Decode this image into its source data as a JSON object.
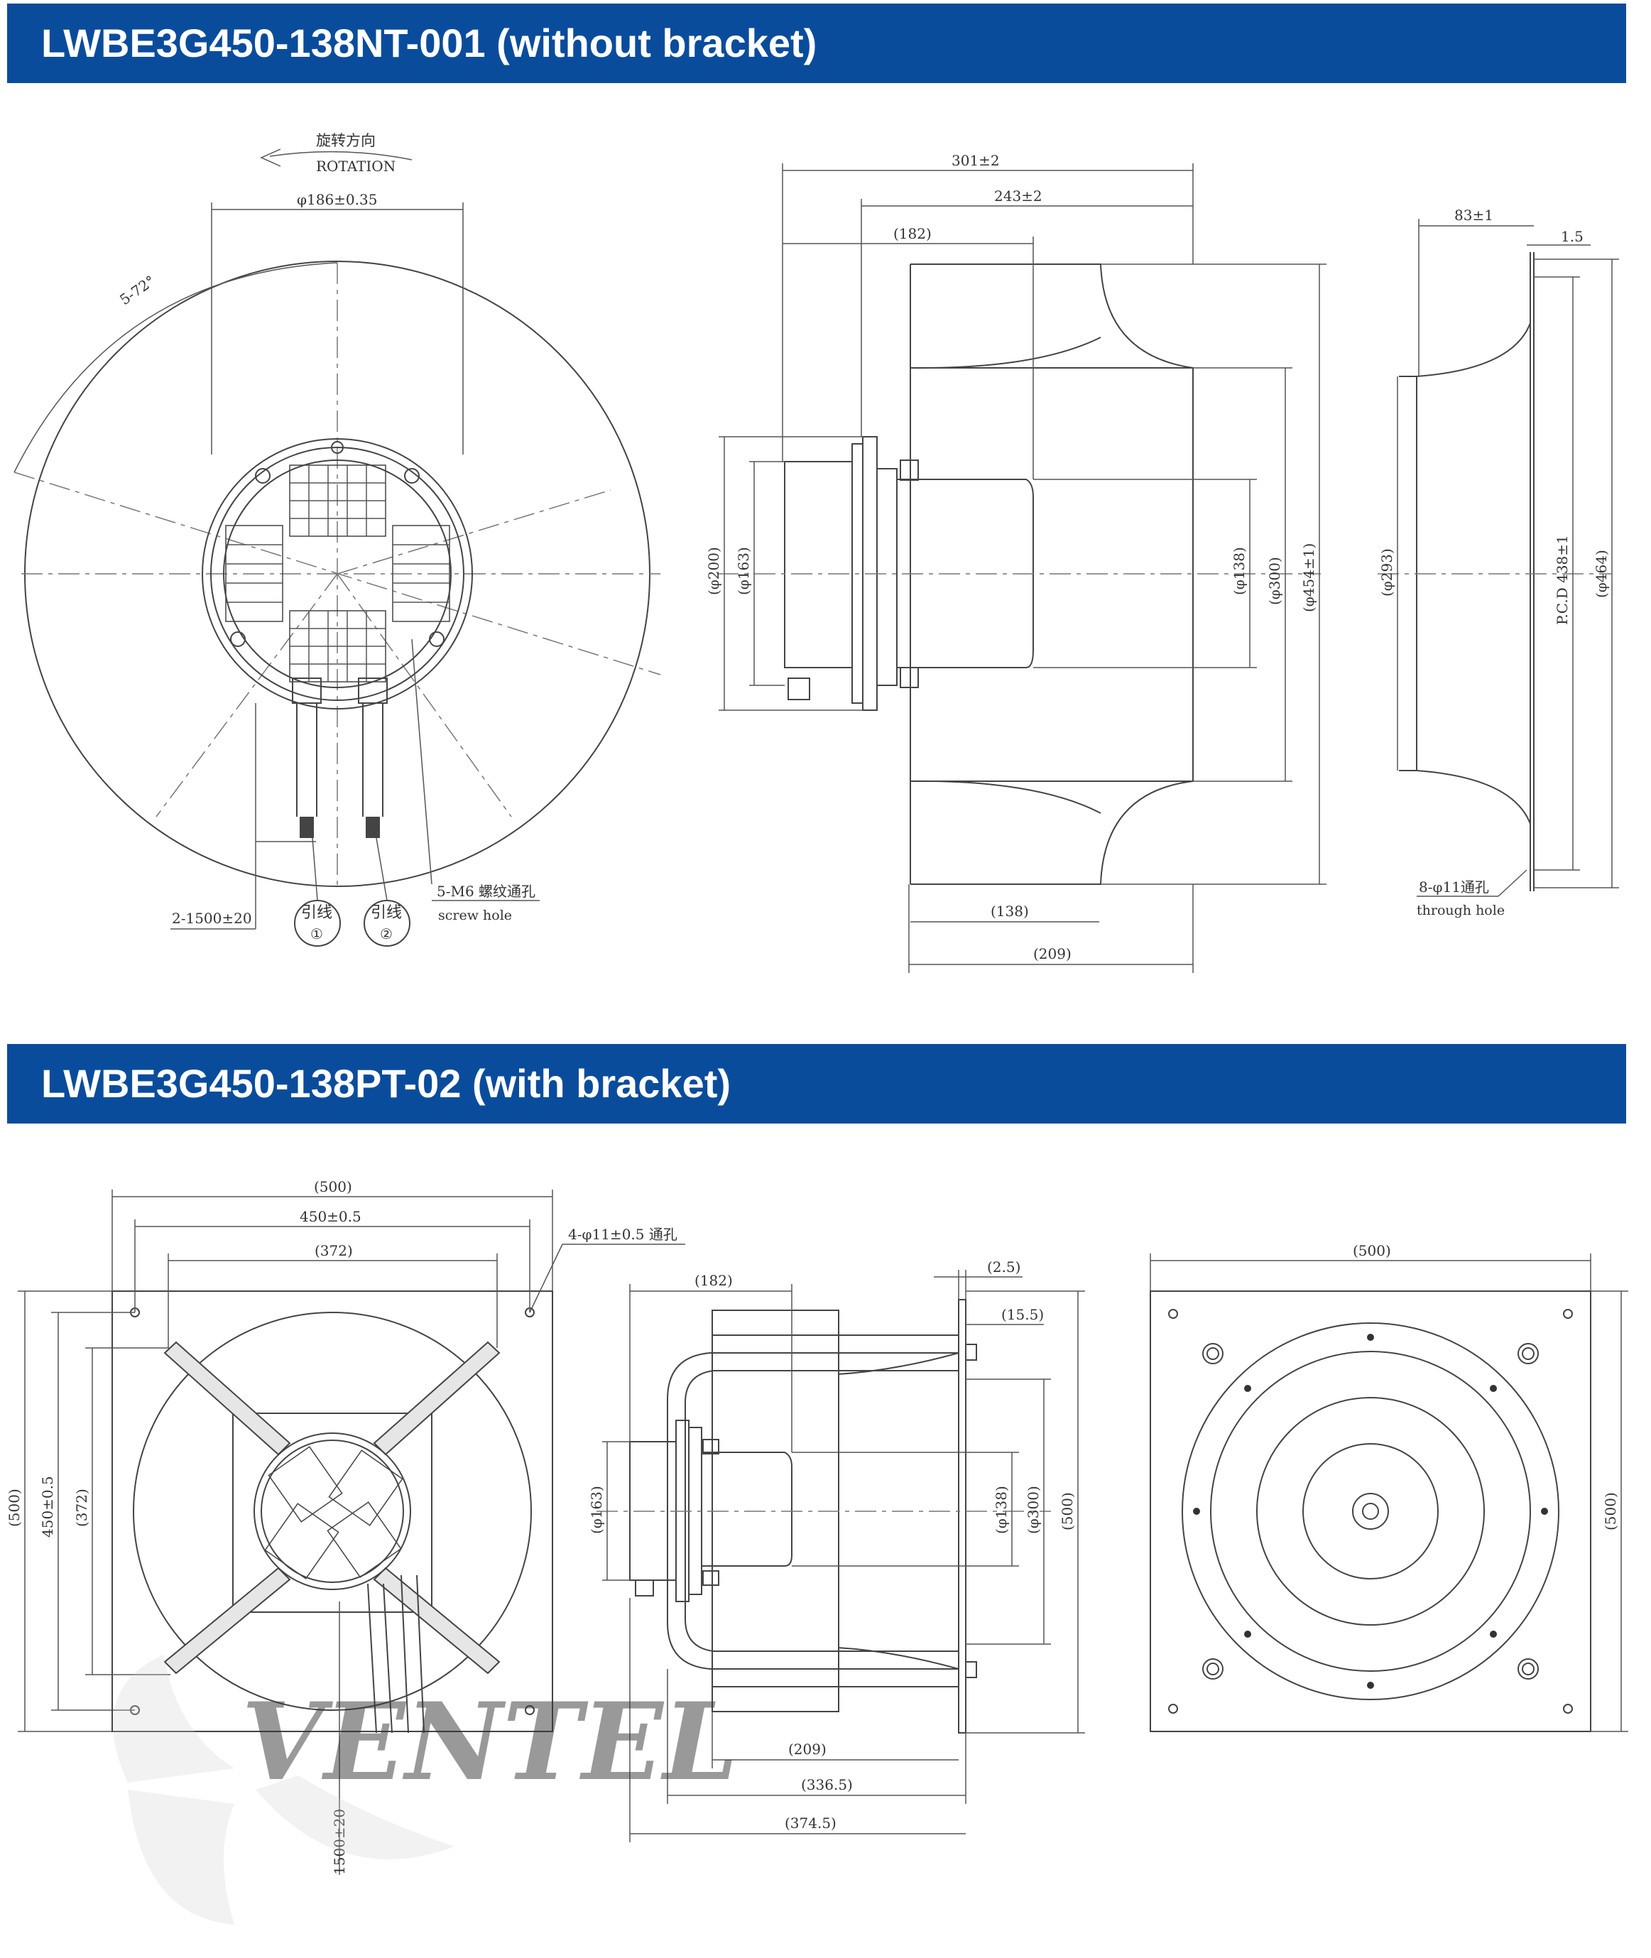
{
  "sections": [
    {
      "title": "LWBE3G450-138NT-001 (without bracket)"
    },
    {
      "title": "LWBE3G450-138PT-02 (with bracket)"
    }
  ],
  "top_front": {
    "rotation_cn": "旋转方向",
    "rotation_en": "ROTATION",
    "dia_186": "φ186±0.35",
    "angle": "5-72°",
    "cable_len": "2-1500±20",
    "lead_1": "引线",
    "lead_1_num": "①",
    "lead_2": "引线",
    "lead_2_num": "②",
    "screw_cn": "5-M6 螺纹通孔",
    "screw_en": "screw hole"
  },
  "top_side": {
    "d_301": "301±2",
    "d_243": "243±2",
    "d_182": "(182)",
    "d_138b": "(138)",
    "d_209": "(209)",
    "phi_200": "(φ200)",
    "phi_163": "(φ163)",
    "phi_138": "(φ138)",
    "phi_300": "(φ300)",
    "phi_454": "(φ454±1)"
  },
  "top_ring": {
    "d_83": "83±1",
    "d_1_5": "1.5",
    "phi_293": "(φ293)",
    "pcd": "P.C.D 438±1",
    "phi_464": "(φ464)",
    "hole_cn": "8-φ11通孔",
    "hole_en": "through hole"
  },
  "bottom_front": {
    "w_500": "(500)",
    "w_450": "450±0.5",
    "w_372": "(372)",
    "holes": "4-φ11±0.5 通孔",
    "h_500": "(500)",
    "h_450": "450±0.5",
    "h_372": "(372)",
    "cable": "1500±20"
  },
  "bottom_side": {
    "d_182": "(182)",
    "d_2_5": "(2.5)",
    "d_15_5": "(15.5)",
    "phi_163": "(φ163)",
    "phi_138": "(φ138)",
    "phi_300": "(φ300)",
    "h_500": "(500)",
    "d_209": "(209)",
    "d_336": "(336.5)",
    "d_374": "(374.5)"
  },
  "bottom_back": {
    "w_500": "(500)",
    "h_500": "(500)"
  },
  "watermark": "VENTEL"
}
